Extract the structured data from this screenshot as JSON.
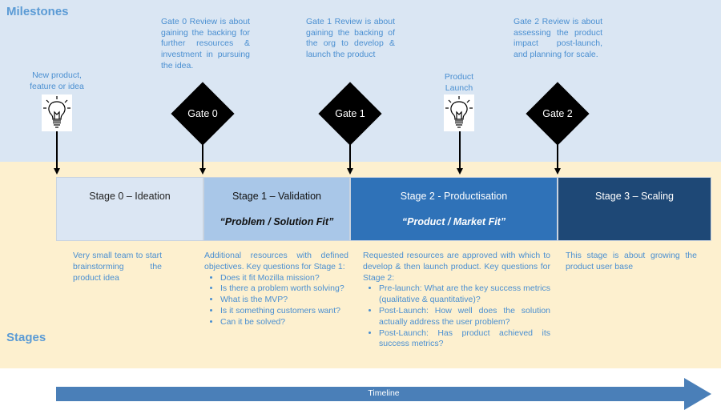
{
  "milestones_title": "Milestones",
  "stages_title": "Stages",
  "milestone_notes": {
    "new_product": "New product, feature or idea",
    "gate0_review": "Gate 0 Review is about gaining the backing for further resources & investment in pursuing the idea.",
    "gate1_review": "Gate 1 Review is about gaining the backing of the org to develop & launch the product",
    "product_launch": "Product Launch",
    "gate2_review": "Gate 2 Review is about assessing the product impact post-launch, and planning for scale."
  },
  "gates": [
    {
      "label": "Gate 0"
    },
    {
      "label": "Gate 1"
    },
    {
      "label": "Gate 2"
    }
  ],
  "stages": [
    {
      "label": "Stage 0 – Ideation",
      "subtitle": "",
      "color": "#dbe6f3",
      "text_color": "#222222"
    },
    {
      "label": "Stage 1 – Validation",
      "subtitle": "“Problem / Solution Fit”",
      "color": "#a9c7e8",
      "text_color": "#111111"
    },
    {
      "label": "Stage 2 - Productisation",
      "subtitle": "“Product / Market Fit”",
      "color": "#2f72b8",
      "text_color": "#ffffff"
    },
    {
      "label": "Stage 3 – Scaling",
      "subtitle": "",
      "color": "#1e4876",
      "text_color": "#ffffff"
    }
  ],
  "stage_descriptions": {
    "stage0": "Very small team to start brainstorming the product idea",
    "stage1_intro": "Additional resources with defined objectives. Key questions for Stage 1:",
    "stage1_questions": [
      "Does it fit Mozilla mission?",
      "Is there a problem worth solving?",
      "What is the MVP?",
      "Is it something customers want?",
      "Can it be solved?"
    ],
    "stage2_intro": "Requested resources are approved with which to develop & then launch product. Key questions for Stage 2:",
    "stage2_questions": [
      "Pre-launch: What are the key success metrics (qualitative & quantitative)?",
      "Post-Launch: How well does the solution actually address the user problem?",
      "Post-Launch: Has product achieved its success metrics?"
    ],
    "stage3": "This stage is about growing the product user base"
  },
  "timeline_label": "Timeline",
  "colors": {
    "top_band": "#dae6f3",
    "bottom_band": "#fdf0cf",
    "accent_text": "#4a8fd1",
    "timeline_arrow": "#4a7fb8"
  },
  "icons": [
    "lightbulb-icon",
    "gate-diamond",
    "arrow-down-icon",
    "timeline-arrow"
  ]
}
